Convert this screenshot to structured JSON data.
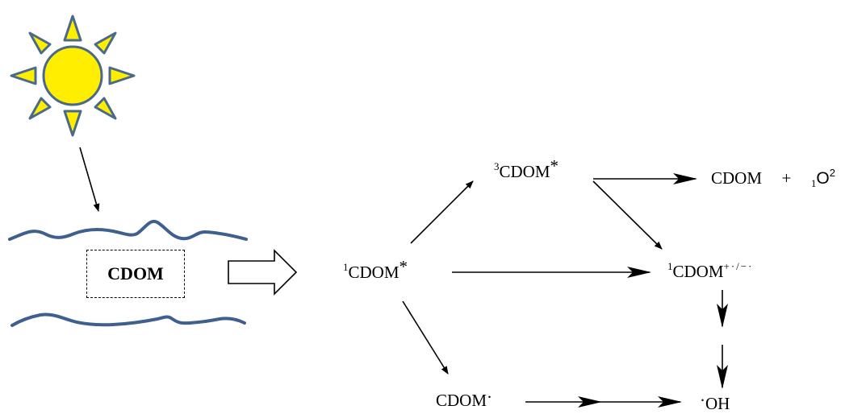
{
  "source_box": {
    "label": "CDOM"
  },
  "nodes": {
    "singlet": {
      "sup": "1",
      "main": "CDOM",
      "star": "*"
    },
    "triplet": {
      "sup": "3",
      "main": "CDOM",
      "star": "*"
    },
    "products": {
      "left": "CDOM",
      "plus": "+",
      "sub": "1",
      "right": "O",
      "sup": "2"
    },
    "ion": {
      "sup": "1",
      "main": "CDOM",
      "charge": "+·/−·"
    },
    "radical": {
      "main": "CDOM",
      "dot": "·"
    },
    "hydroxyl": {
      "dot": "·",
      "main": "OH"
    }
  },
  "colors": {
    "sun_fill": "#ffee00",
    "sun_stroke": "#4a6a8a",
    "water": "#3f5f8f",
    "ink": "#000000"
  }
}
